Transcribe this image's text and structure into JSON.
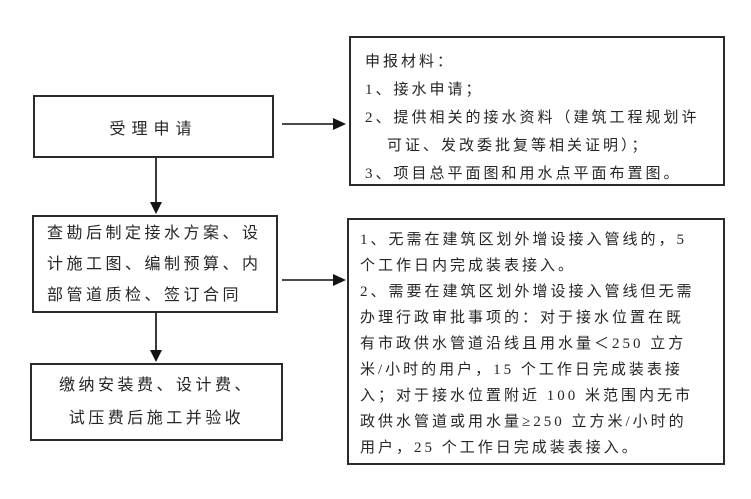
{
  "diagram": {
    "type": "flowchart",
    "background_color": "#ffffff",
    "box_border_color": "#2b2b2b",
    "arrow_color": "#141414",
    "steps": [
      {
        "id": "accept-application",
        "lines": [
          "受理申请"
        ]
      },
      {
        "id": "survey-and-plan",
        "lines": [
          "查勘后制定接水方案、设",
          "计施工图、编制预算、内",
          "部管道质检、签订合同"
        ]
      },
      {
        "id": "pay-and-construct",
        "lines": [
          "缴纳安装费、设计费、",
          "试压费后施工并验收"
        ]
      }
    ],
    "notes": [
      {
        "id": "application-materials",
        "lines": [
          "申报材料：",
          "1、接水申请；",
          "2、提供相关的接水资料（建筑工程规划许",
          {
            "text": "可证、发改委批复等相关证明）；",
            "indent": true
          },
          "3、项目总平面图和用水点平面布置图。"
        ]
      },
      {
        "id": "installation-timelines",
        "lines": [
          "1、无需在建筑区划外增设接入管线的，5",
          "个工作日内完成装表接入。",
          "2、需要在建筑区划外增设接入管线但无需",
          "办理行政审批事项的：对于接水位置在既",
          "有市政供水管道沿线且用水量＜250 立方",
          "米/小时的用户，15 个工作日完成装表接",
          "入；对于接水位置附近 100 米范围内无市",
          "政供水管道或用水量≥250 立方米/小时的",
          "用户，25 个工作日完成装表接入。"
        ]
      }
    ],
    "connectors": [
      {
        "from": "accept-application",
        "to": "survey-and-plan",
        "direction": "down"
      },
      {
        "from": "survey-and-plan",
        "to": "pay-and-construct",
        "direction": "down"
      },
      {
        "from": "accept-application",
        "to": "application-materials",
        "direction": "right"
      },
      {
        "from": "survey-and-plan",
        "to": "installation-timelines",
        "direction": "right"
      }
    ]
  }
}
